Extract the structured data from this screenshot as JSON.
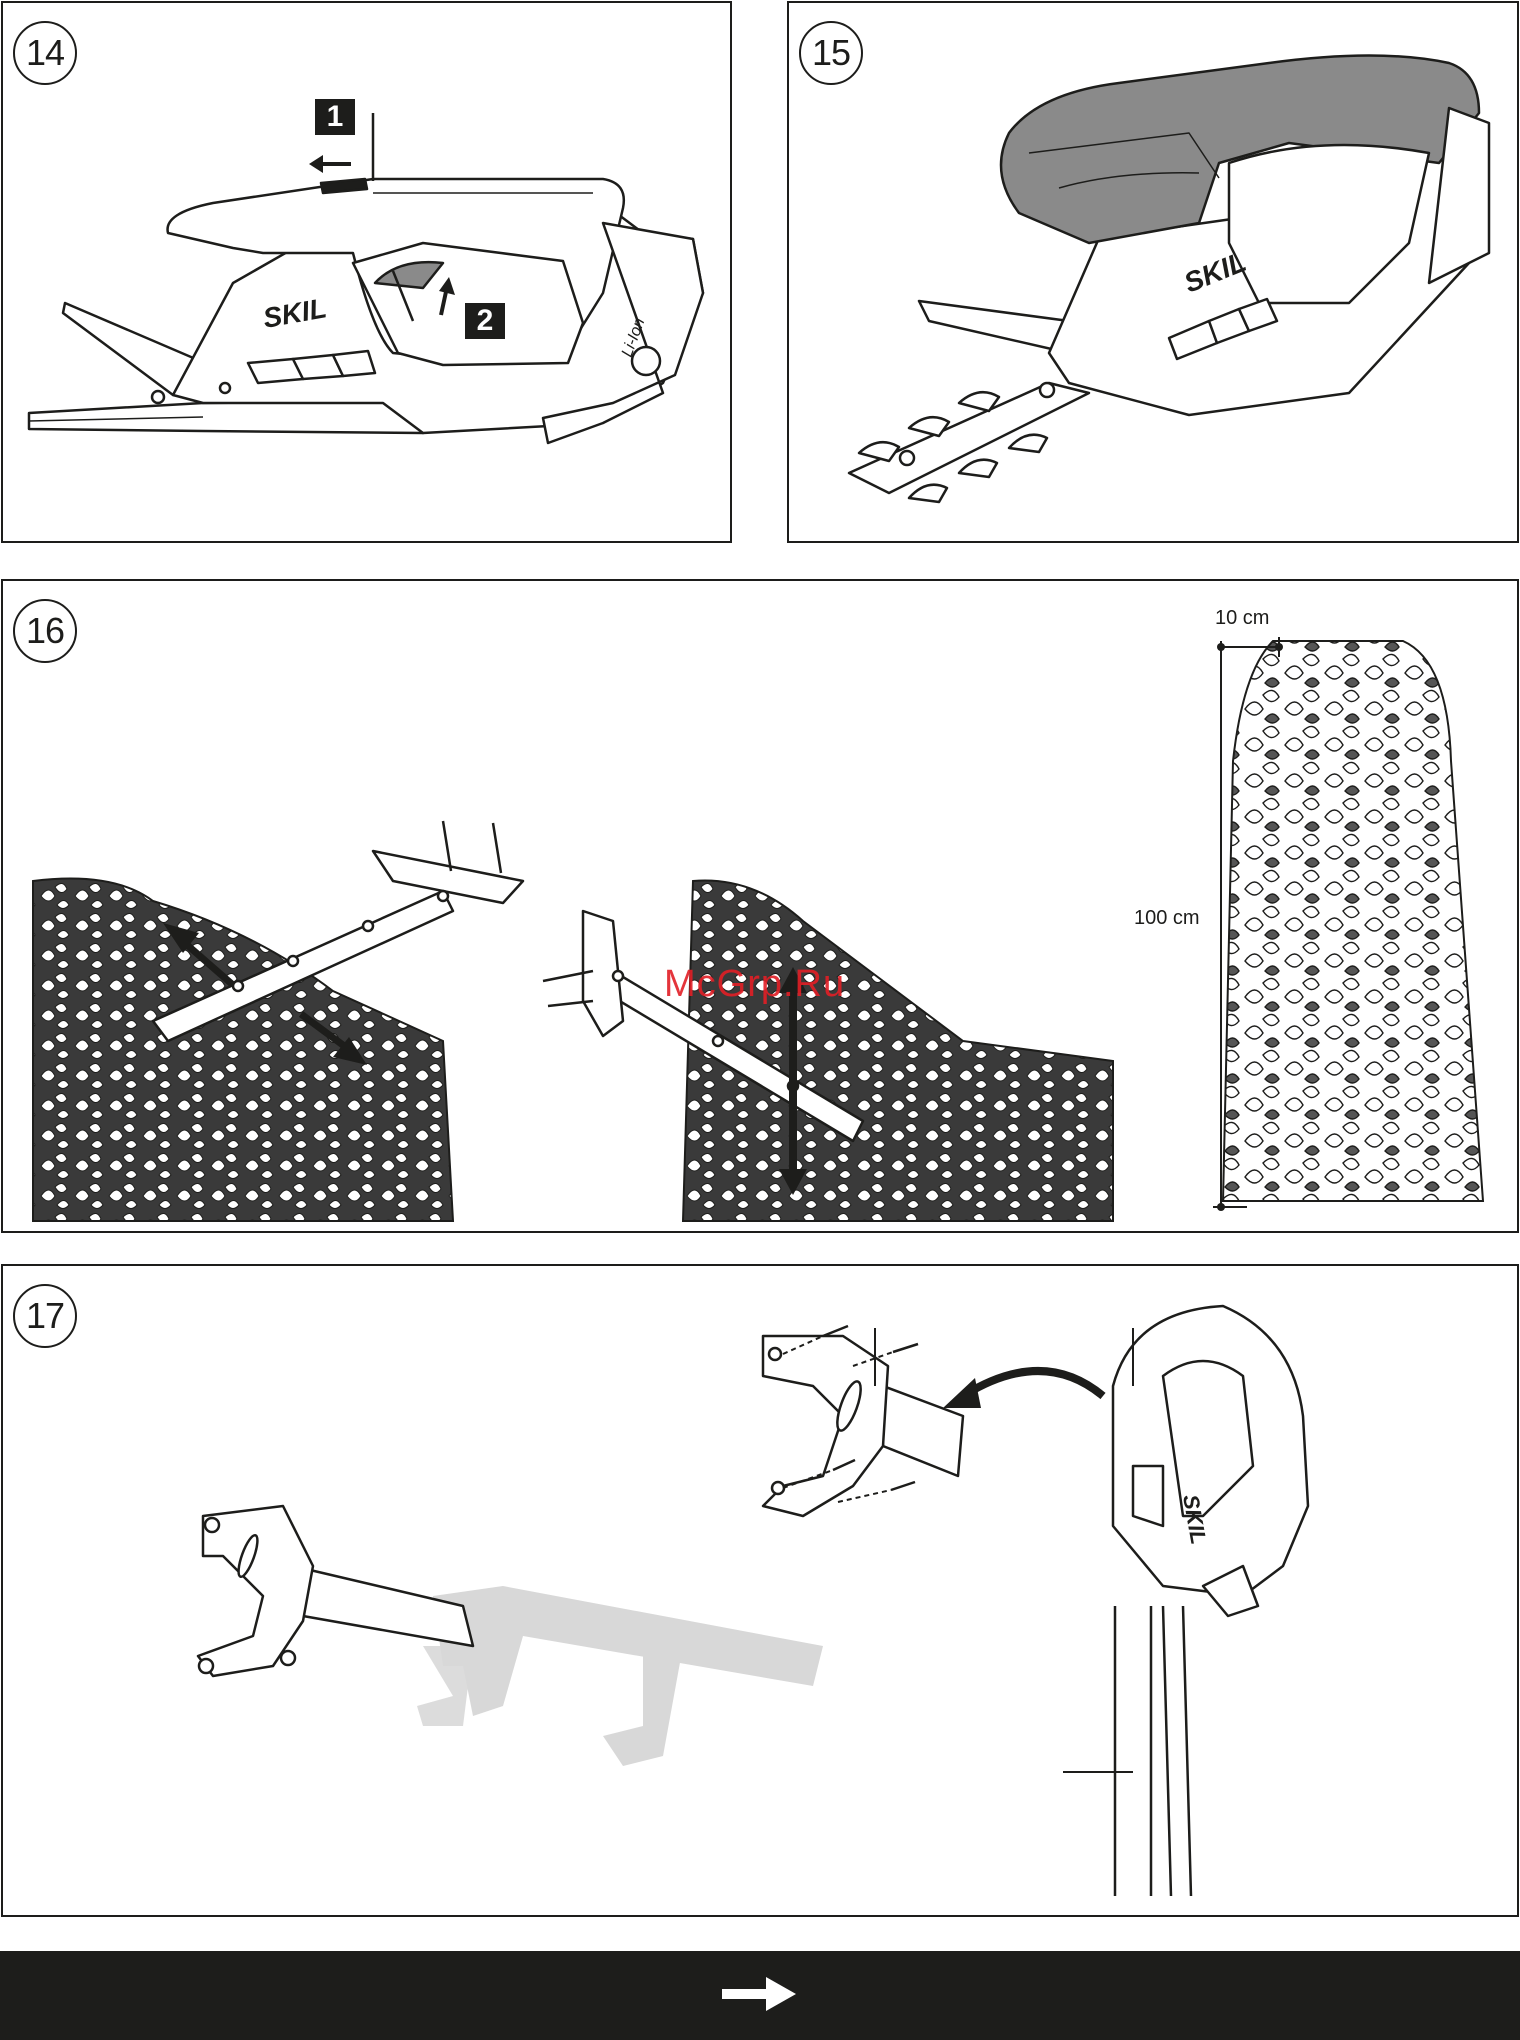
{
  "figures": [
    {
      "number": "14",
      "callouts": [
        "1",
        "2"
      ],
      "brand": "SKIL",
      "battery_label": "Li-Ion"
    },
    {
      "number": "15",
      "brand": "SKIL"
    },
    {
      "number": "16",
      "dimensions": {
        "top_width": "10 cm",
        "height": "100 cm"
      }
    },
    {
      "number": "17",
      "brand": "SKIL"
    }
  ],
  "watermark": "McGrp.Ru",
  "footer": {
    "arrow_icon": "right-arrow-icon"
  },
  "colors": {
    "ink": "#1d1d1b",
    "gray_housing": "#8a8a8a",
    "ghost": "#d8d8d8",
    "watermark": "#e21f26"
  }
}
